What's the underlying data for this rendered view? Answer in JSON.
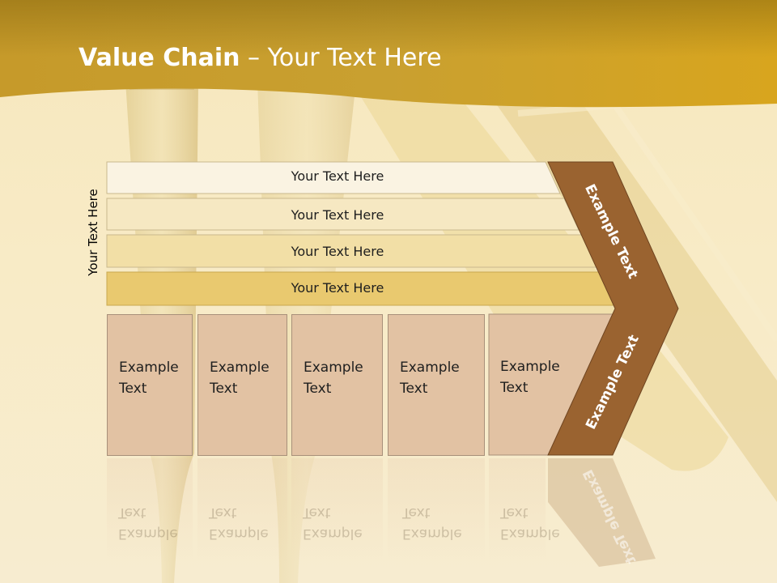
{
  "title": {
    "bold": "Value Chain",
    "rest": " – Your Text Here"
  },
  "side_label": "Your Text Here",
  "bars": [
    {
      "label": "Your Text Here"
    },
    {
      "label": "Your Text Here"
    },
    {
      "label": "Your Text Here"
    },
    {
      "label": "Your Text Here"
    }
  ],
  "boxes": [
    {
      "label": "Example\nText"
    },
    {
      "label": "Example\nText"
    },
    {
      "label": "Example\nText"
    },
    {
      "label": "Example\nText"
    },
    {
      "label": "Example\nText"
    }
  ],
  "chevron": {
    "upper": "Example Text",
    "lower": "Example Text"
  },
  "colors": {
    "header_gold": "#c99a1e",
    "bar_fills": [
      "#faf3e2",
      "#f6e8c2",
      "#f2dfa6",
      "#e9c96f"
    ],
    "box_fill": "#e2c2a3",
    "chevron_fill": "#9a6330"
  }
}
